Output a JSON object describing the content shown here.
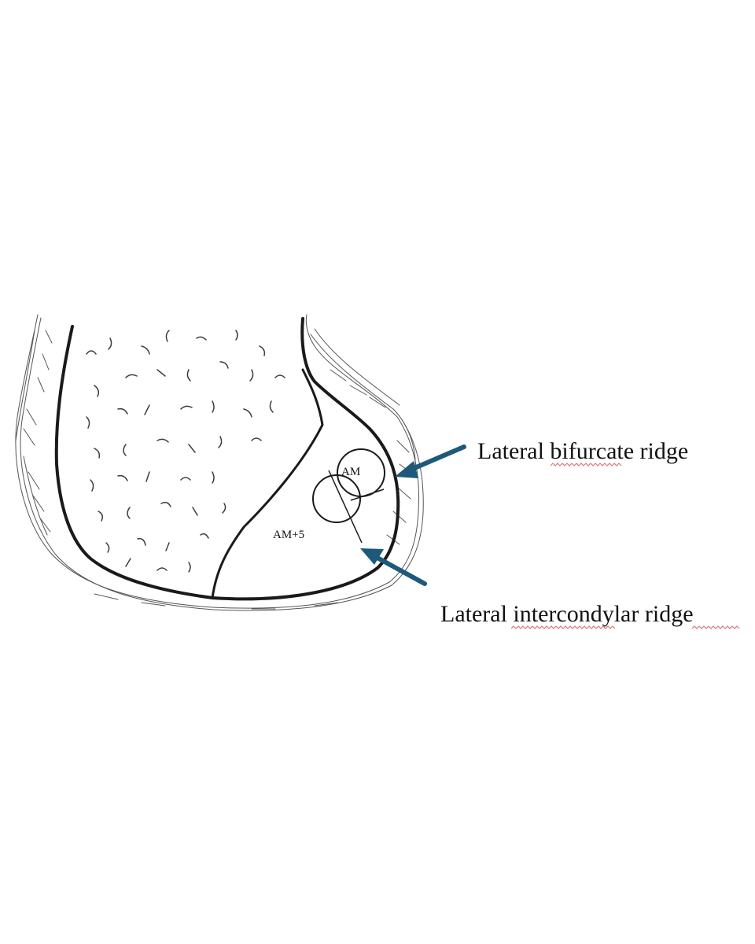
{
  "labels": {
    "lateral_bifurcate_ridge": "Lateral bifurcate ridge",
    "lateral_intercondylar_ridge": "Lateral intercondylar ridge",
    "am": "AM",
    "am_plus_5": "AM+5"
  },
  "colors": {
    "arrow": "#1d5a7a",
    "outline": "#1a1a1a",
    "spellcheck_underline": "#d77a7a",
    "background": "#ffffff"
  }
}
